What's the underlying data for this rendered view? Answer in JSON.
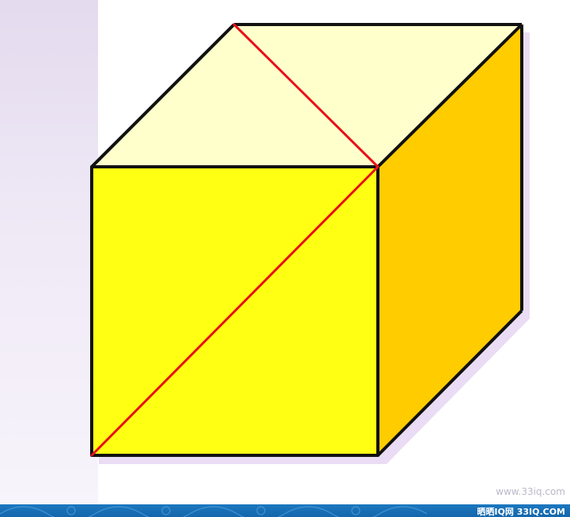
{
  "diagram": {
    "subject": "cube with two face diagonals",
    "colors": {
      "front_face": "#ffff14",
      "top_face": "#ffffcc",
      "right_face": "#ffcc00",
      "edges": "#111111",
      "diagonals": "#e8101a",
      "shadow": "#eadcf5"
    }
  },
  "watermark": {
    "text": "www.33iq.com"
  },
  "footer": {
    "text": "晒晒IQ网  33IQ.COM",
    "color": "#1670b8"
  }
}
